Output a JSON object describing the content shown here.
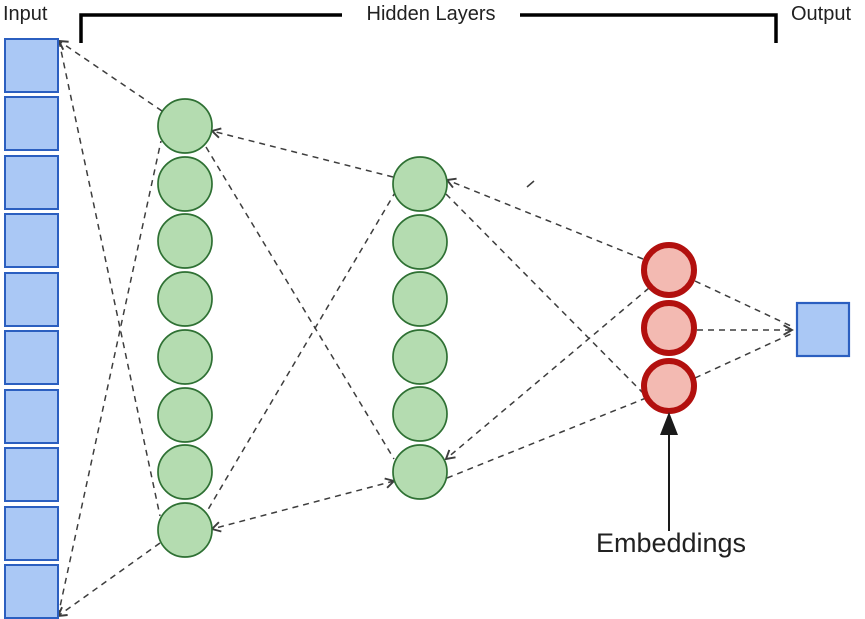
{
  "labels": {
    "input": "Input",
    "hidden_layers": "Hidden Layers",
    "output": "Output",
    "embeddings": "Embeddings"
  },
  "colors": {
    "input_node_fill": "#aac8f5",
    "input_node_border": "#2b5fc0",
    "hidden_node_fill": "#b4dcb0",
    "hidden_node_border": "#2e7033",
    "embedding_node_fill": "#f3bab2",
    "embedding_node_border": "#b2100e",
    "connector": "#3d3d3d",
    "bracket": "#000000",
    "annotation_arrow": "#1a1a1a",
    "label_text": "#212121",
    "background": "#ffffff"
  },
  "network": {
    "layers": [
      {
        "id": "input",
        "shape": "square",
        "count": 10
      },
      {
        "id": "hidden-1",
        "shape": "circle",
        "count": 8
      },
      {
        "id": "hidden-2",
        "shape": "circle",
        "count": 6
      },
      {
        "id": "embeddings",
        "shape": "circle",
        "count": 3
      },
      {
        "id": "output",
        "shape": "square",
        "count": 1
      }
    ]
  }
}
